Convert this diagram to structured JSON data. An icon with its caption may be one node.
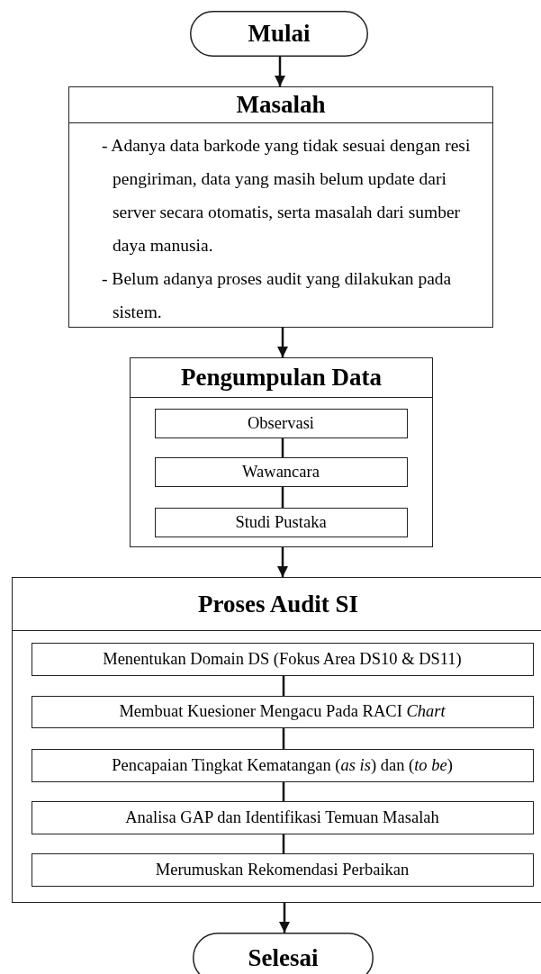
{
  "diagram": {
    "nodes": [
      {
        "text": [
          "Mulai"
        ]
      },
      {
        "text": [
          "Masalah",
          "- Adanya data barkode yang tidak sesuai dengan resi pengiriman, data yang masih belum update dari server secara otomatis, serta masalah dari sumber daya manusia.",
          "- Belum adanya proses audit yang dilakukan pada sistem."
        ]
      },
      {
        "text": [
          "Pengumpulan Data"
        ]
      },
      {
        "text": [
          "Observasi"
        ],
        "in": 2
      },
      {
        "text": [
          "Wawancara"
        ],
        "in": 2
      },
      {
        "text": [
          "Studi Pustaka"
        ],
        "in": 2
      },
      {
        "text": [
          "Proses Audit SI"
        ]
      },
      {
        "text": [
          "Menentukan Domain DS (Fokus Area DS10 & DS11)"
        ],
        "in": 6
      },
      {
        "text": [
          "Membuat Kuesioner Mengacu Pada RACI *Chart*"
        ],
        "in": 6
      },
      {
        "text": [
          "Pencapaian Tingkat Kematangan (*as is*) dan (*to be*)"
        ],
        "in": 6
      },
      {
        "text": [
          "Analisa GAP dan Identifikasi Temuan Masalah"
        ],
        "in": 6
      },
      {
        "text": [
          "Merumuskan Rekomendasi Perbaikan"
        ],
        "in": 6
      },
      {
        "text": [
          "Selesai"
        ]
      }
    ],
    "edges": [
      {
        "from": 0,
        "to": 1,
        "arrow": "to"
      },
      {
        "from": 1,
        "to": 2,
        "arrow": "to"
      },
      {
        "from": 3,
        "to": 4,
        "arrow": "none"
      },
      {
        "from": 4,
        "to": 5,
        "arrow": "none"
      },
      {
        "from": 2,
        "to": 6,
        "arrow": "to"
      },
      {
        "from": 7,
        "to": 8,
        "arrow": "none"
      },
      {
        "from": 8,
        "to": 9,
        "arrow": "none"
      },
      {
        "from": 9,
        "to": 10,
        "arrow": "none"
      },
      {
        "from": 10,
        "to": 11,
        "arrow": "none"
      },
      {
        "from": 6,
        "to": 12,
        "arrow": "to"
      }
    ]
  }
}
